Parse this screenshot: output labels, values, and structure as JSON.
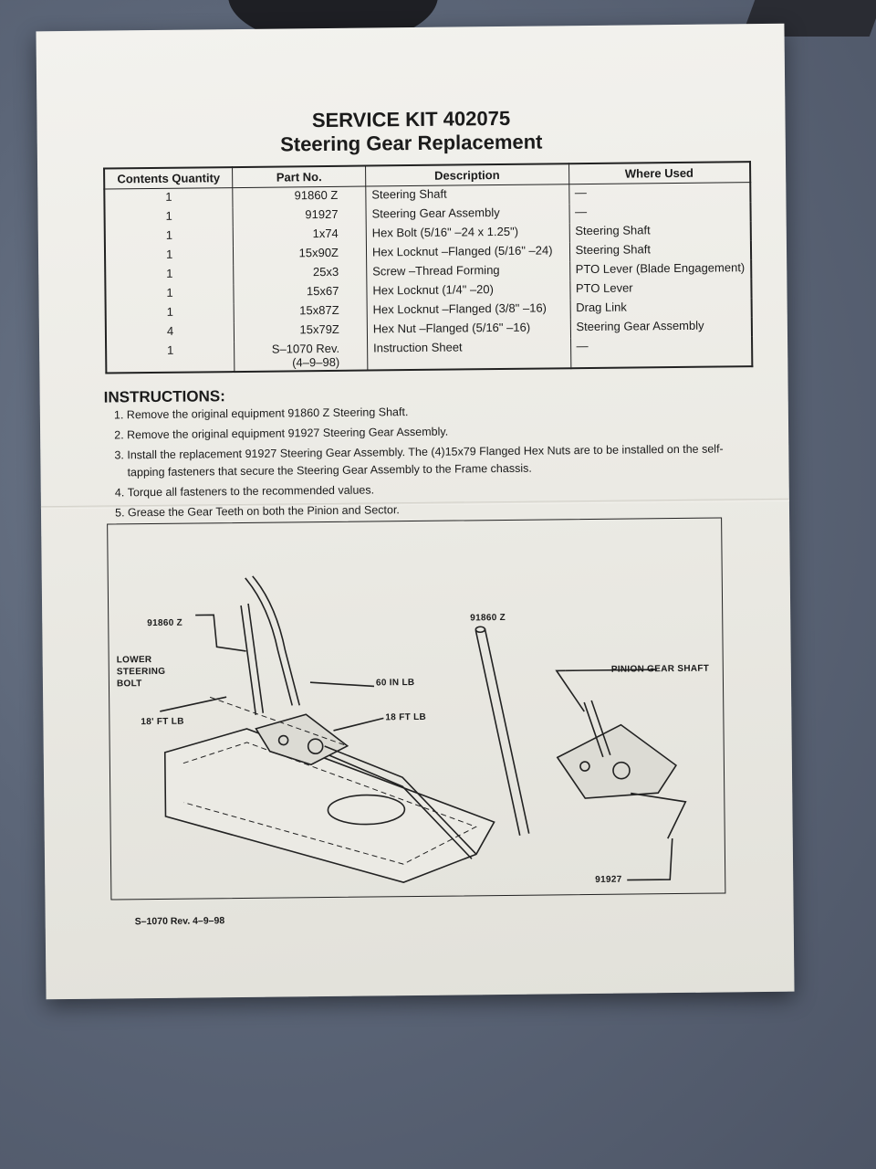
{
  "document": {
    "title_line1": "SERVICE KIT 402075",
    "title_line2": "Steering Gear Replacement",
    "table": {
      "headers": [
        "Contents Quantity",
        "Part No.",
        "Description",
        "Where Used"
      ],
      "rows": [
        {
          "qty": "1",
          "part": "91860 Z",
          "desc": "Steering Shaft",
          "used": "—"
        },
        {
          "qty": "1",
          "part": "91927",
          "desc": "Steering Gear Assembly",
          "used": "—"
        },
        {
          "qty": "1",
          "part": "1x74",
          "desc": "Hex Bolt (5/16\" –24 x 1.25\")",
          "used": "Steering Shaft"
        },
        {
          "qty": "1",
          "part": "15x90Z",
          "desc": "Hex Locknut –Flanged (5/16\" –24)",
          "used": "Steering Shaft"
        },
        {
          "qty": "1",
          "part": "25x3",
          "desc": "Screw –Thread Forming",
          "used": "PTO Lever (Blade Engagement)"
        },
        {
          "qty": "1",
          "part": "15x67",
          "desc": "Hex Locknut (1/4\" –20)",
          "used": "PTO Lever"
        },
        {
          "qty": "1",
          "part": "15x87Z",
          "desc": "Hex Locknut –Flanged (3/8\" –16)",
          "used": "Drag Link"
        },
        {
          "qty": "4",
          "part": "15x79Z",
          "desc": "Hex Nut –Flanged (5/16\" –16)",
          "used": "Steering Gear Assembly"
        },
        {
          "qty": "1",
          "part": "S–1070 Rev.",
          "part2": "(4–9–98)",
          "desc": "Instruction Sheet",
          "used": "—"
        }
      ]
    },
    "instructions_heading": "INSTRUCTIONS:",
    "steps": [
      "Remove the original equipment 91860 Z Steering Shaft.",
      "Remove the original equipment 91927 Steering Gear Assembly.",
      "Install the replacement 91927 Steering Gear Assembly. The (4)15x79 Flanged Hex Nuts are to be installed on the self-tapping fasteners that secure the Steering Gear Assembly to the Frame chassis.",
      "Torque all fasteners to the recommended values.",
      "Grease the Gear Teeth on both the Pinion and Sector."
    ],
    "figure_labels": {
      "shaft_left": "91860 Z",
      "lower_bolt": "LOWER\nSTEERING\nBOLT",
      "torque_60": "60 IN LB",
      "torque_18_left": "18' FT LB",
      "torque_18_right": "18 FT LB",
      "shaft_right": "91860 Z",
      "pinion": "PINION GEAR SHAFT",
      "gear_assy": "91927"
    },
    "footer": "S–1070 Rev. 4–9–98"
  }
}
